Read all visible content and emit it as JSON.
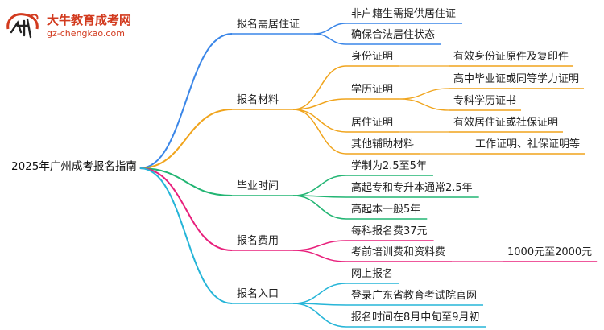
{
  "logo": {
    "title": "大牛教育成考网",
    "url": "gz-chengkao.com",
    "emblem_text": "大牛",
    "emblem_color": "#d23a1e"
  },
  "root": "2025年广州成考报名指南",
  "branches": [
    {
      "label": "报名需居住证",
      "color": "#3a86e8",
      "children": [
        {
          "label": "非户籍生需提供居住证"
        },
        {
          "label": "确保合法居住状态"
        }
      ]
    },
    {
      "label": "报名材料",
      "color": "#f0a41c",
      "children": [
        {
          "label": "身份证明",
          "children": [
            {
              "label": "有效身份证原件及复印件"
            }
          ]
        },
        {
          "label": "学历证明",
          "children": [
            {
              "label": "高中毕业证或同等学力证明"
            },
            {
              "label": "专科学历证书"
            }
          ]
        },
        {
          "label": "居住证明",
          "children": [
            {
              "label": "有效居住证或社保证明"
            }
          ]
        },
        {
          "label": "其他辅助材料",
          "children": [
            {
              "label": "工作证明、社保证明等"
            }
          ]
        }
      ]
    },
    {
      "label": "毕业时间",
      "color": "#22b573",
      "children": [
        {
          "label": "学制为2.5至5年"
        },
        {
          "label": "高起专和专升本通常2.5年"
        },
        {
          "label": "高起本一般5年"
        }
      ]
    },
    {
      "label": "报名费用",
      "color": "#e8207c",
      "children": [
        {
          "label": "每科报名费37元"
        },
        {
          "label": "考前培训费和资料费",
          "children": [
            {
              "label": "1000元至2000元"
            }
          ]
        }
      ]
    },
    {
      "label": "报名入口",
      "color": "#26b5d8",
      "children": [
        {
          "label": "网上报名"
        },
        {
          "label": "登录广东省教育考试院官网"
        },
        {
          "label": "报名时间在8月中旬至9月初"
        }
      ]
    }
  ]
}
